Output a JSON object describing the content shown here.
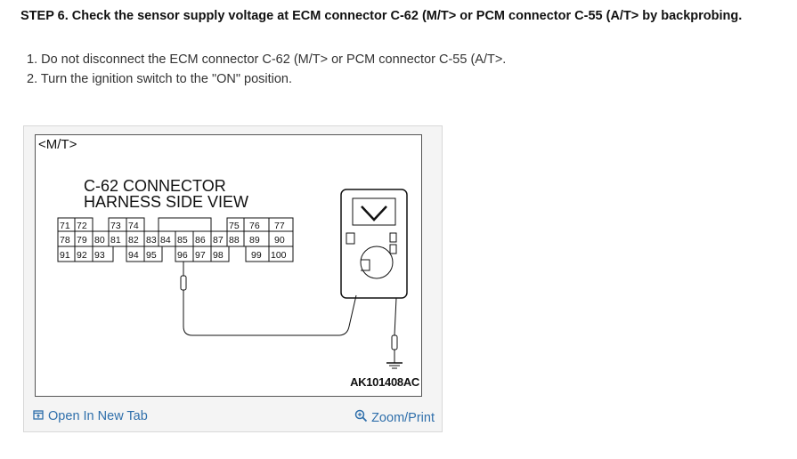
{
  "step": {
    "title": "STEP 6. Check the sensor supply voltage at ECM connector C-62 (M/T> or PCM connector C-55 (A/T> by backprobing.",
    "items": [
      "1. Do not disconnect the ECM connector C-62 (M/T> or PCM connector C-55 (A/T>.",
      "2. Turn the ignition switch to the \"ON\" position."
    ]
  },
  "figure": {
    "label": "<M/T>",
    "connector_title_line1": "C-62 CONNECTOR",
    "connector_title_line2": "HARNESS SIDE VIEW",
    "part_code": "AK101408AC",
    "pins": {
      "row1": [
        "71",
        "72",
        "73",
        "74",
        "75",
        "76",
        "77"
      ],
      "row2": [
        "78",
        "79",
        "80",
        "81",
        "82",
        "83",
        "84",
        "85",
        "86",
        "87",
        "88",
        "89",
        "90"
      ],
      "row3": [
        "91",
        "92",
        "93",
        "94",
        "95",
        "96",
        "97",
        "98",
        "99",
        "100"
      ]
    },
    "meter_icon": "voltmeter-icon",
    "ground_icon": "ground-icon"
  },
  "footer": {
    "open_label": "Open In New Tab",
    "zoom_label": "Zoom/Print",
    "open_icon": "external-link-icon",
    "zoom_icon": "magnifier-icon",
    "link_color": "#2f6fab"
  }
}
